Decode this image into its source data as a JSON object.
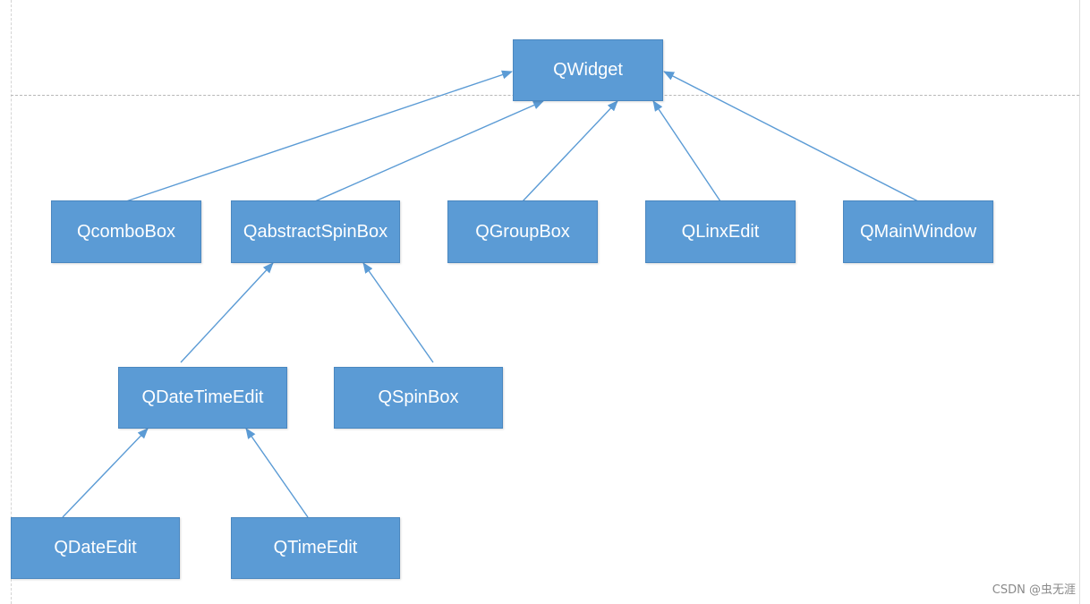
{
  "diagram": {
    "colors": {
      "node_fill": "#5b9bd5",
      "node_text": "#ffffff",
      "edge": "#5b9bd5"
    },
    "nodes": {
      "qwidget": "QWidget",
      "qcombobox": "QcomboBox",
      "qabstractspinbox": "QabstractSpinBox",
      "qgroupbox": "QGroupBox",
      "qlinxedit": "QLinxEdit",
      "qmainwindow": "QMainWindow",
      "qdatetimeedit": "QDateTimeEdit",
      "qspinbox": "QSpinBox",
      "qdateedit": "QDateEdit",
      "qtimeedit": "QTimeEdit"
    },
    "edges": [
      {
        "from": "QcomboBox",
        "to": "QWidget"
      },
      {
        "from": "QabstractSpinBox",
        "to": "QWidget"
      },
      {
        "from": "QGroupBox",
        "to": "QWidget"
      },
      {
        "from": "QLinxEdit",
        "to": "QWidget"
      },
      {
        "from": "QMainWindow",
        "to": "QWidget"
      },
      {
        "from": "QDateTimeEdit",
        "to": "QabstractSpinBox"
      },
      {
        "from": "QSpinBox",
        "to": "QabstractSpinBox"
      },
      {
        "from": "QDateEdit",
        "to": "QDateTimeEdit"
      },
      {
        "from": "QTimeEdit",
        "to": "QDateTimeEdit"
      }
    ]
  },
  "watermark": "CSDN @虫无涯"
}
